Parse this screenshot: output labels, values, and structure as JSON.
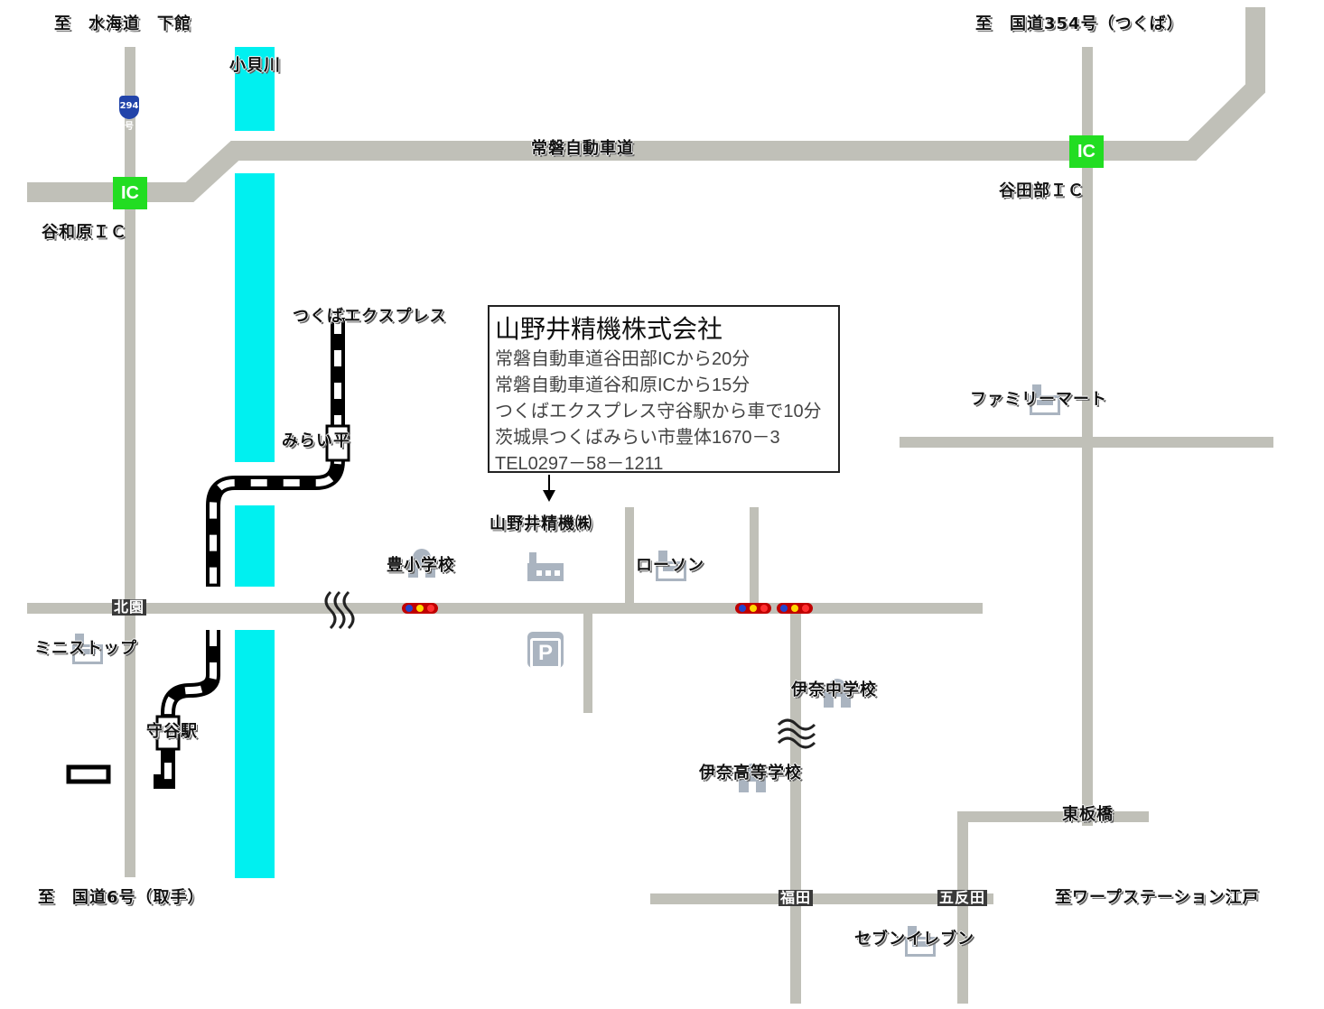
{
  "destinations": {
    "top_left": "至　水海道　下館",
    "top_right": "至　国道354号（つくば）",
    "bottom_left": "至　国道6号（取手）",
    "bottom_right": "至ワープステーション江戸"
  },
  "roads": {
    "expressway": "常磐自動車道",
    "route_badge": "294号"
  },
  "interchanges": {
    "left_badge": "IC",
    "left_name": "谷和原ＩＣ",
    "right_badge": "IC",
    "right_name": "谷田部ＩＣ"
  },
  "river": "小貝川",
  "railway": {
    "name": "つくばエクスプレス",
    "station_1": "みらい平",
    "station_2": "守谷駅"
  },
  "company_box": {
    "title": "山野井精機株式会社",
    "lines": [
      "常磐自動車道谷田部ICから20分",
      "常磐自動車道谷和原ICから15分",
      "つくばエクスプレス守谷駅から車で10分",
      "茨城県つくばみらい市豊体1670－3",
      "TEL0297－58－1211"
    ]
  },
  "landmarks": {
    "company": "山野井精機㈱",
    "parking": "P",
    "toyo_school": "豊小学校",
    "lawson": "ローソン",
    "familymart": "ファミリーマート",
    "ministop": "ミニストップ",
    "ina_junior_high": "伊奈中学校",
    "ina_high_school": "伊奈高等学校",
    "seven_eleven": "セブンイレブン"
  },
  "intersections": {
    "kitazono": "北園",
    "higashi_itabashi": "東板橋",
    "fukuda": "福田",
    "gotanda": "五反田"
  },
  "colors": {
    "road": "#c0c0b8",
    "river": "#00f0f0",
    "ic": "#22dd22",
    "rail": "#000000"
  }
}
